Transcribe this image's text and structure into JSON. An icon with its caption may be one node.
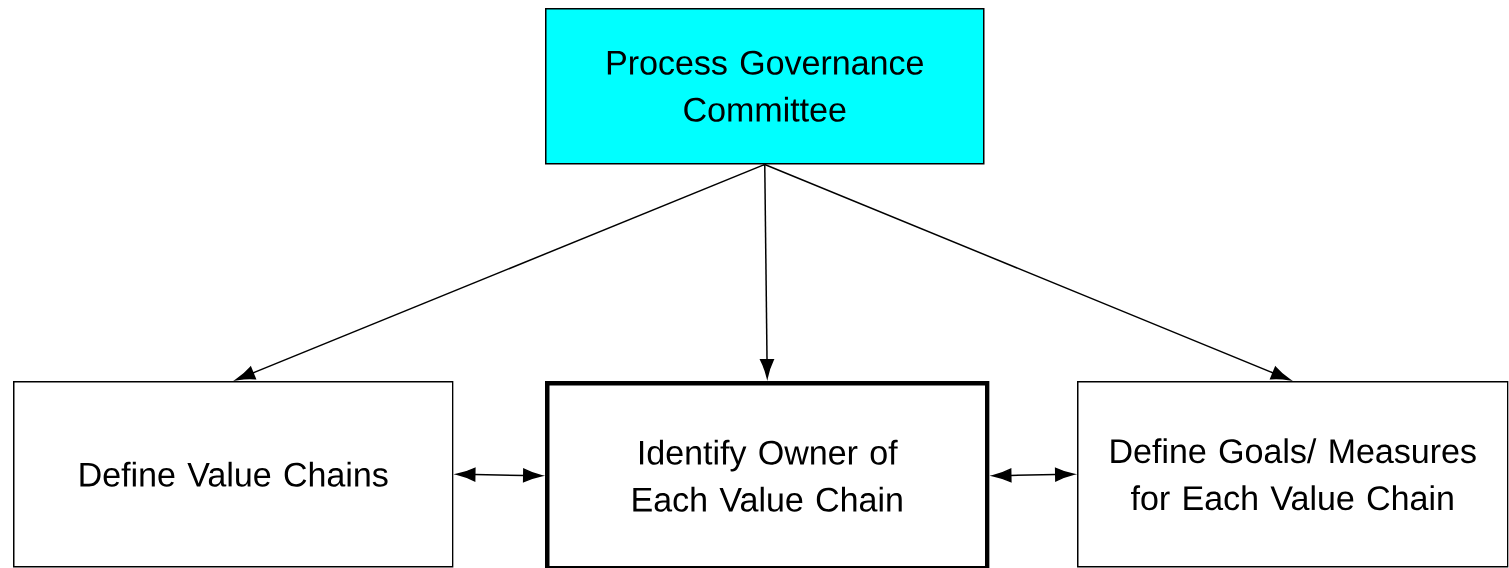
{
  "diagram": {
    "nodes": [
      {
        "text": [
          "Process Governance Committee"
        ]
      },
      {
        "text": [
          "Define Value Chains"
        ]
      },
      {
        "text": [
          "Identify Owner of Each Value Chain"
        ]
      },
      {
        "text": [
          "Define Goals/ Measures for Each Value Chain"
        ]
      }
    ],
    "edges": [
      {
        "from": 0,
        "to": 1,
        "arrow": "to"
      },
      {
        "from": 0,
        "to": 2,
        "arrow": "to"
      },
      {
        "from": 0,
        "to": 3,
        "arrow": "to"
      },
      {
        "from": 1,
        "to": 2,
        "arrow": "both"
      },
      {
        "from": 2,
        "to": 3,
        "arrow": "both"
      }
    ]
  }
}
